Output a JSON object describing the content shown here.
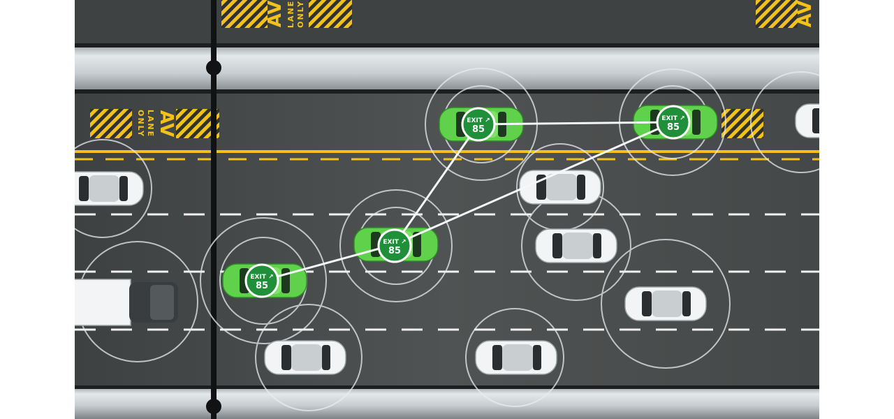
{
  "lane_marking": {
    "line1": "AV",
    "line2": "LANE",
    "line3": "ONLY"
  },
  "badges": [
    {
      "line1": "EXIT ↗",
      "line2": "85"
    },
    {
      "line1": "EXIT ↗",
      "line2": "85"
    },
    {
      "line1": "EXIT ↗",
      "line2": "85"
    },
    {
      "line1": "EXIT ↗",
      "line2": "85"
    }
  ],
  "colors": {
    "asphalt": "#4a4c4c",
    "barrier": "#cfd4d6",
    "lane_yellow": "#f2c21a",
    "av_car": "#5fd14a",
    "badge_green": "#1f8f3a",
    "car_white": "#f2f4f5",
    "sensor_ring": "#e8ecef"
  }
}
